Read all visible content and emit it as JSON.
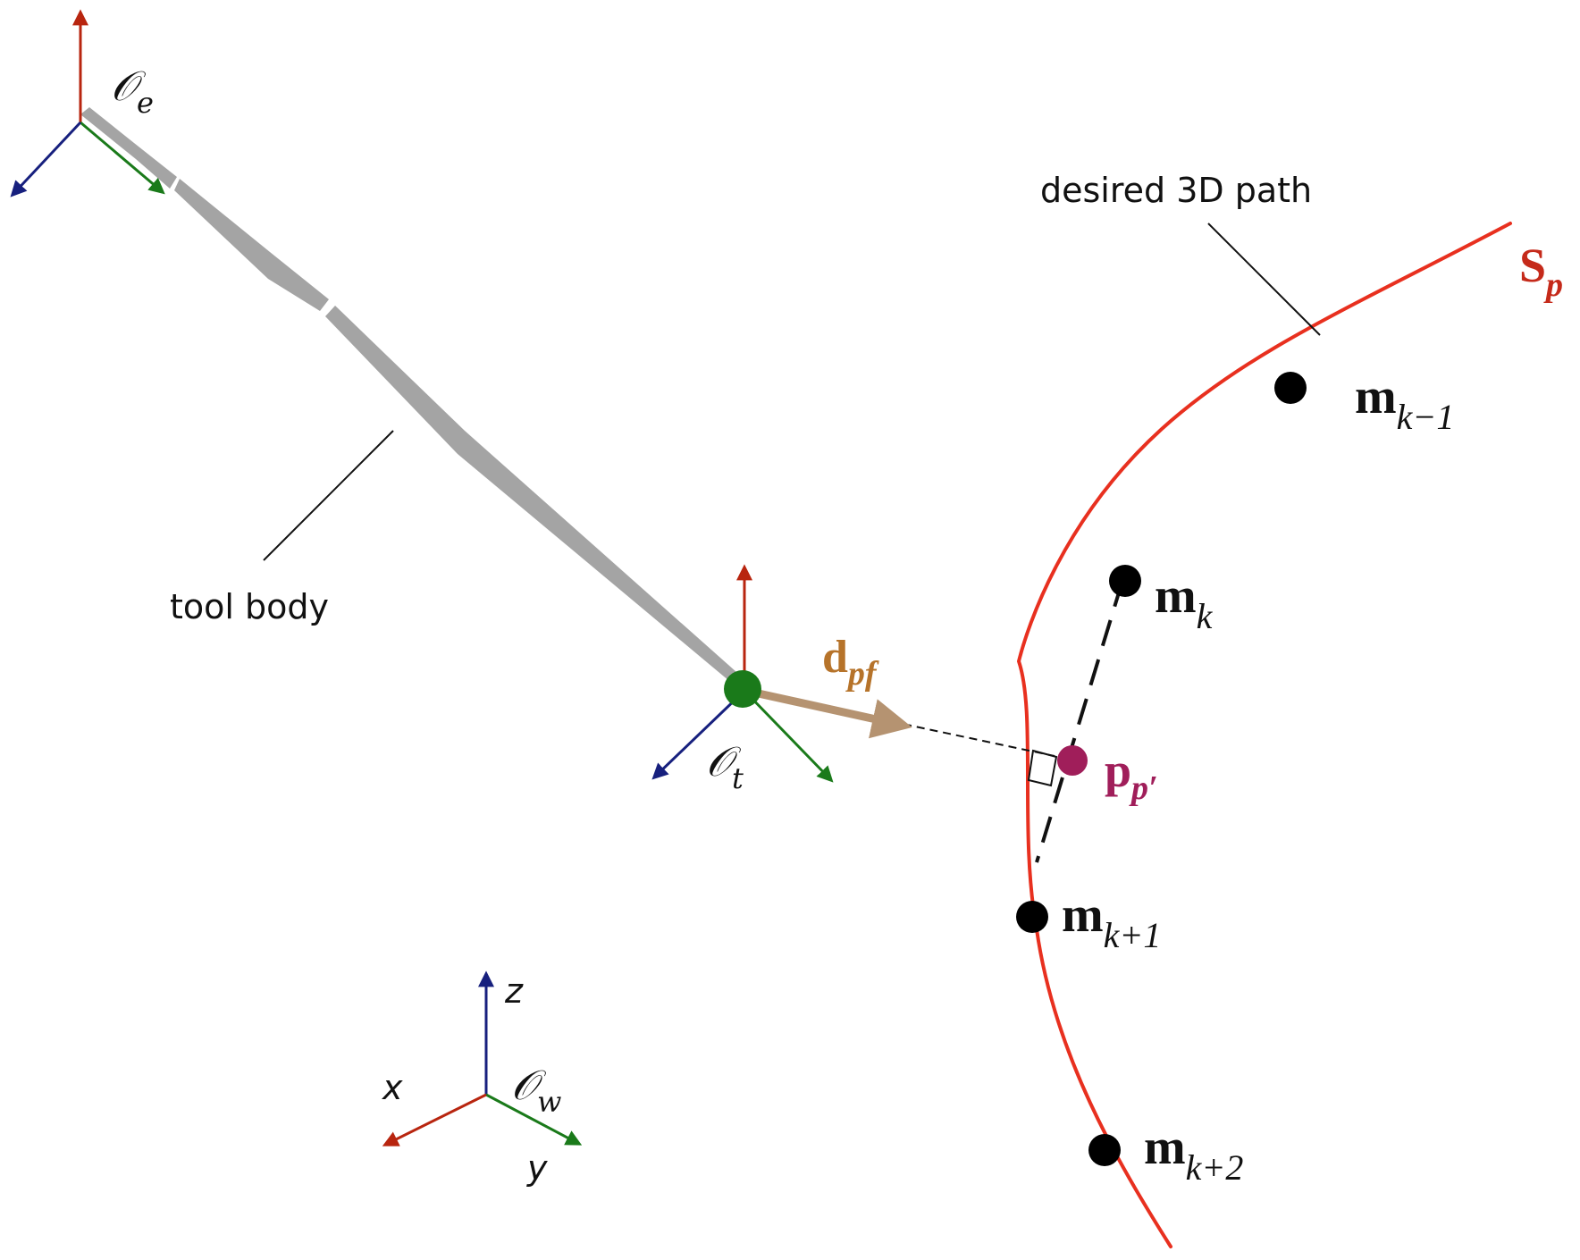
{
  "colors": {
    "red": "#b8250f",
    "green": "#1a7a1a",
    "blue": "#17207e",
    "tool": "#a4a4a4",
    "path": "#e8301f",
    "dir": "#b59371",
    "dir_label": "#b6732a",
    "proj": "#a01e5a",
    "sp_label": "#c52a1a",
    "axis_x": "#b8250f",
    "axis_y": "#1a7a1a",
    "axis_z": "#1f5fb5"
  },
  "frames": {
    "end_effector": {
      "script": "𝒪",
      "sub": "e"
    },
    "tool_tip": {
      "script": "𝒪",
      "sub": "t"
    },
    "world": {
      "script": "𝒪",
      "sub": "w"
    }
  },
  "world_axes": {
    "x": "x",
    "y": "y",
    "z": "z"
  },
  "annotations": {
    "path_caption": "desired 3D path",
    "tool_caption": "tool body"
  },
  "path_label": {
    "base": "S",
    "sub": "p"
  },
  "direction_label": {
    "base": "d",
    "sub": "pf"
  },
  "projection_label": {
    "base": "p",
    "sub": "p′"
  },
  "markers": [
    {
      "id": "m-k-minus-1",
      "base": "m",
      "sub": "k−1"
    },
    {
      "id": "m-k",
      "base": "m",
      "sub": "k"
    },
    {
      "id": "m-k-plus-1",
      "base": "m",
      "sub": "k+1"
    },
    {
      "id": "m-k-plus-2",
      "base": "m",
      "sub": "k+2"
    }
  ]
}
